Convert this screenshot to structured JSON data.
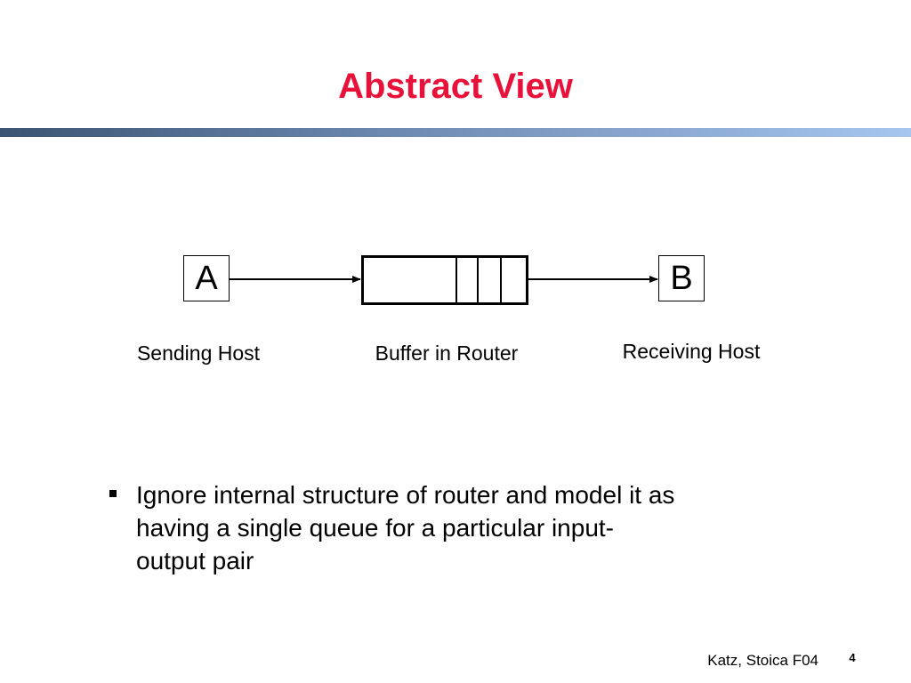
{
  "slide": {
    "title": "Abstract View",
    "title_color": "#e8113a",
    "footer": "Katz, Stoica F04",
    "page_number": "4"
  },
  "diagram": {
    "nodes": [
      {
        "id": "A",
        "label": "A"
      },
      {
        "id": "buffer",
        "label": ""
      },
      {
        "id": "B",
        "label": "B"
      }
    ],
    "edges": [
      {
        "from": "A",
        "to": "buffer"
      },
      {
        "from": "buffer",
        "to": "B"
      }
    ],
    "captions": {
      "sending": "Sending Host",
      "buffer": "Buffer in Router",
      "receiving": "Receiving Host"
    }
  },
  "bullets": [
    {
      "icon": "square-bullet-icon",
      "text": "Ignore internal structure of router and model it as\nhaving a single queue for a particular input-\noutput pair"
    }
  ]
}
